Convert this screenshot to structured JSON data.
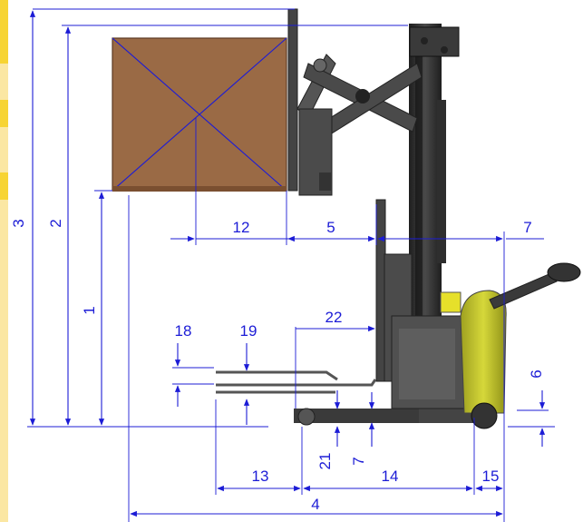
{
  "colors": {
    "dimension": "#1c1cd6",
    "pallet": "#9a6a45",
    "mast": "#2a2a2a",
    "body": "#cfd22e",
    "battery_cover": "#505050",
    "chassis": "#3a3a3a",
    "left_strip": "#f7d433"
  },
  "dimensions": {
    "d1": "1",
    "d2": "2",
    "d3": "3",
    "d4": "4",
    "d5": "5",
    "d6": "6",
    "d7_top": "7",
    "d7_bottom": "7",
    "d12": "12",
    "d13": "13",
    "d14": "14",
    "d15": "15",
    "d18": "18",
    "d19": "19",
    "d21": "21",
    "d22": "22"
  }
}
